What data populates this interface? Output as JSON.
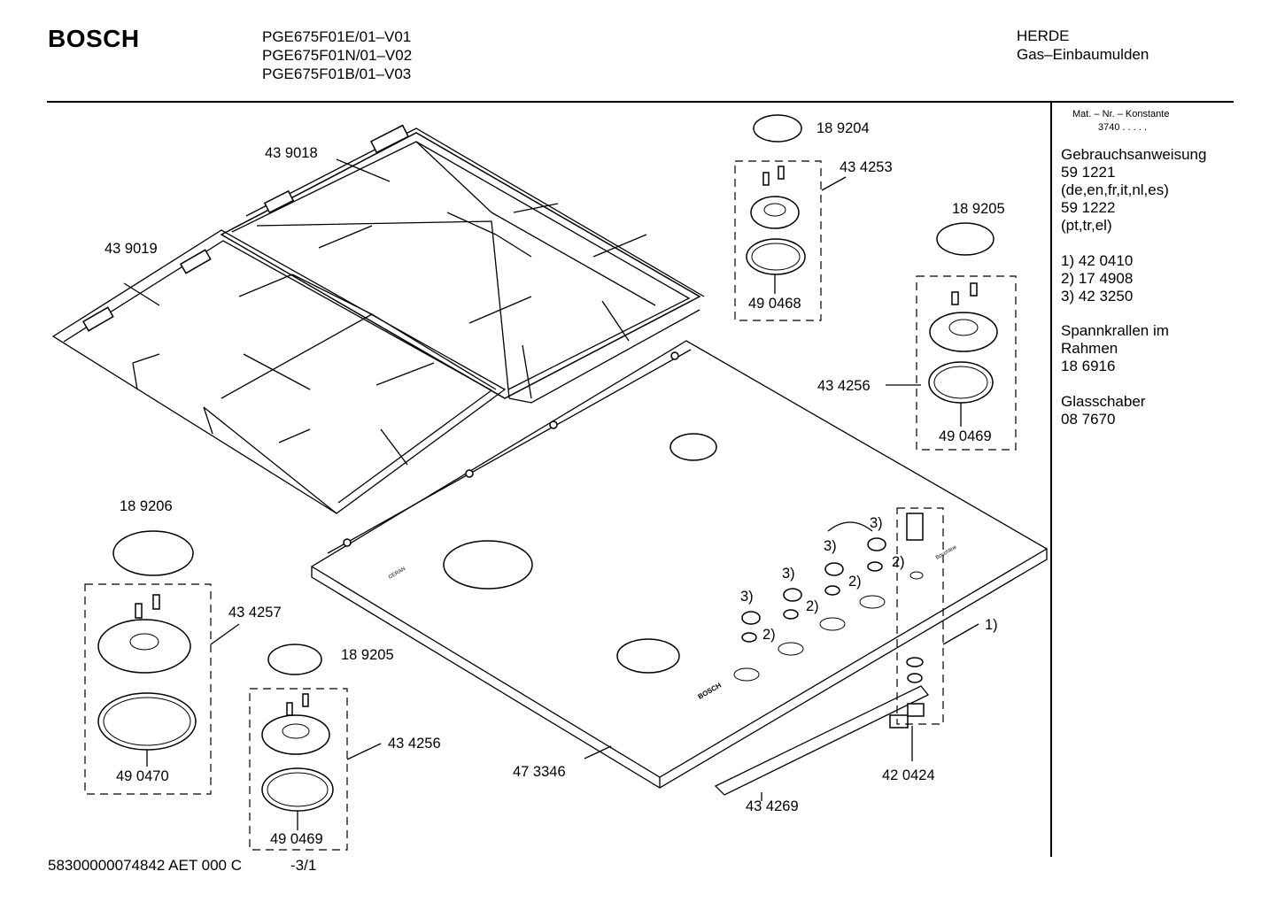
{
  "header": {
    "brand": "BOSCH",
    "models": [
      "PGE675F01E/01–V01",
      "PGE675F01N/01–V02",
      "PGE675F01B/01–V03"
    ],
    "category": "HERDE",
    "subcategory": "Gas–Einbaumulden"
  },
  "sidebar": {
    "mat_title": "Mat. – Nr. – Konstante",
    "mat_value": "3740  .  .  .  .  .",
    "manual_title": "Gebrauchsanweisung",
    "manual_lines": [
      "59 1221",
      "(de,en,fr,it,nl,es)",
      "59 1222",
      "(pt,tr,el)"
    ],
    "refs": [
      "1)  42 0410",
      "2)  17 4908",
      "3)  42 3250"
    ],
    "clamps_lines": [
      "Spannkrallen im",
      "Rahmen",
      "18 6916"
    ],
    "scraper_lines": [
      "Glasschaber",
      "08 7670"
    ]
  },
  "parts": {
    "grate_right": "43 9018",
    "grate_left": "43 9019",
    "cap_top": "18 9204",
    "burner_top": "43 4253",
    "ring_top": "49 0468",
    "cap_right": "18 9205",
    "burner_right": "43 4256",
    "ring_right": "49 0469",
    "cap_large": "18 9206",
    "burner_large": "43 4257",
    "ring_large": "49 0470",
    "cap_small": "18 9205",
    "burner_small": "43 4256",
    "ring_small": "49 0469",
    "hob_panel": "47 3346",
    "rail": "43 4269",
    "ignition": "42 0424",
    "ref1": "1)",
    "ref2": "2)",
    "ref3": "3)"
  },
  "panel_text": {
    "brand_mark": "BOSCH",
    "badge": "CERAN",
    "badge_right": "Boschline"
  },
  "footer": {
    "doc_code": "58300000074842 AET 000 C",
    "page": "-3/1"
  }
}
